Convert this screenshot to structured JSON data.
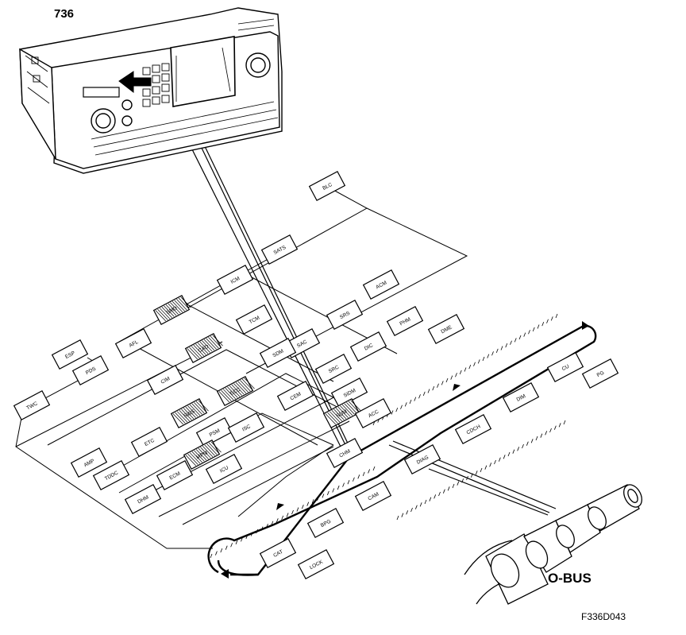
{
  "figure": {
    "part_ref": "736",
    "bus_label": "O-BUS",
    "figure_id": "F336D043"
  },
  "nodes": [
    {
      "id": "n01",
      "label": "BLC"
    },
    {
      "id": "n02",
      "label": "SATS"
    },
    {
      "id": "n03",
      "label": "ACM"
    },
    {
      "id": "n04",
      "label": "ICM"
    },
    {
      "id": "n05",
      "label": "SRS"
    },
    {
      "id": "n06",
      "label": "PHM"
    },
    {
      "id": "n07",
      "label": "DME"
    },
    {
      "id": "n08",
      "label": "SMD"
    },
    {
      "id": "n09",
      "label": "AFL"
    },
    {
      "id": "n10",
      "label": "ESP"
    },
    {
      "id": "n11",
      "label": "PDS"
    },
    {
      "id": "n12",
      "label": "TCM"
    },
    {
      "id": "n13",
      "label": "CAD"
    },
    {
      "id": "n14",
      "label": "SAC"
    },
    {
      "id": "n15",
      "label": "DIC"
    },
    {
      "id": "n16",
      "label": "SDM"
    },
    {
      "id": "n17",
      "label": "CIM"
    },
    {
      "id": "n18",
      "label": "SRC"
    },
    {
      "id": "n19",
      "label": "ECC"
    },
    {
      "id": "n20",
      "label": "SIDM"
    },
    {
      "id": "n21",
      "label": "CEM"
    },
    {
      "id": "n22",
      "label": "SWS"
    },
    {
      "id": "n23",
      "label": "PSM"
    },
    {
      "id": "n24",
      "label": "ETC"
    },
    {
      "id": "n25",
      "label": "TWC"
    },
    {
      "id": "n26",
      "label": "SUM"
    },
    {
      "id": "n27",
      "label": "ACC"
    },
    {
      "id": "n28",
      "label": "ISC"
    },
    {
      "id": "n29",
      "label": "AMP"
    },
    {
      "id": "n30",
      "label": "TDDC"
    },
    {
      "id": "n31",
      "label": "ECM"
    },
    {
      "id": "n32",
      "label": "MPM"
    },
    {
      "id": "n33",
      "label": "ICU"
    },
    {
      "id": "n34",
      "label": "DHM"
    },
    {
      "id": "n35",
      "label": "CHM"
    },
    {
      "id": "n36",
      "label": "CAT"
    },
    {
      "id": "n37",
      "label": "LOCK"
    },
    {
      "id": "n38",
      "label": "BPG"
    },
    {
      "id": "n39",
      "label": "CAM"
    },
    {
      "id": "n40",
      "label": "DIAG"
    },
    {
      "id": "n41",
      "label": "CDCH"
    },
    {
      "id": "n42",
      "label": "DIM"
    },
    {
      "id": "n43",
      "label": "CU"
    },
    {
      "id": "n44",
      "label": "PG"
    }
  ]
}
